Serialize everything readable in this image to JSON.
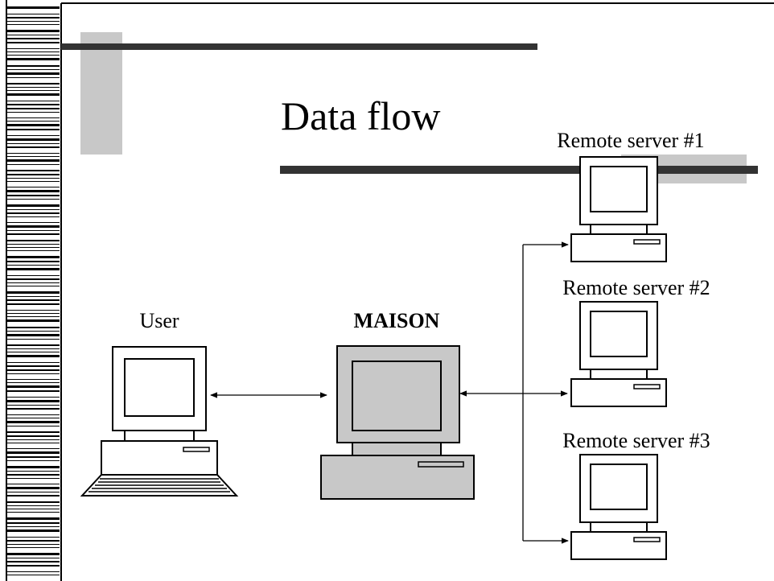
{
  "slide": {
    "title": "Data flow",
    "nodes": {
      "user": {
        "label": "User"
      },
      "maison": {
        "label": "MAISON"
      },
      "remote1": {
        "label": "Remote server #1"
      },
      "remote2": {
        "label": "Remote server #2"
      },
      "remote3": {
        "label": "Remote server #3"
      }
    },
    "colors": {
      "accent_gray": "#c8c8c8",
      "bar_dark": "#333333",
      "maison_fill": "#c8c8c8",
      "computer_fill": "#ffffff"
    }
  }
}
